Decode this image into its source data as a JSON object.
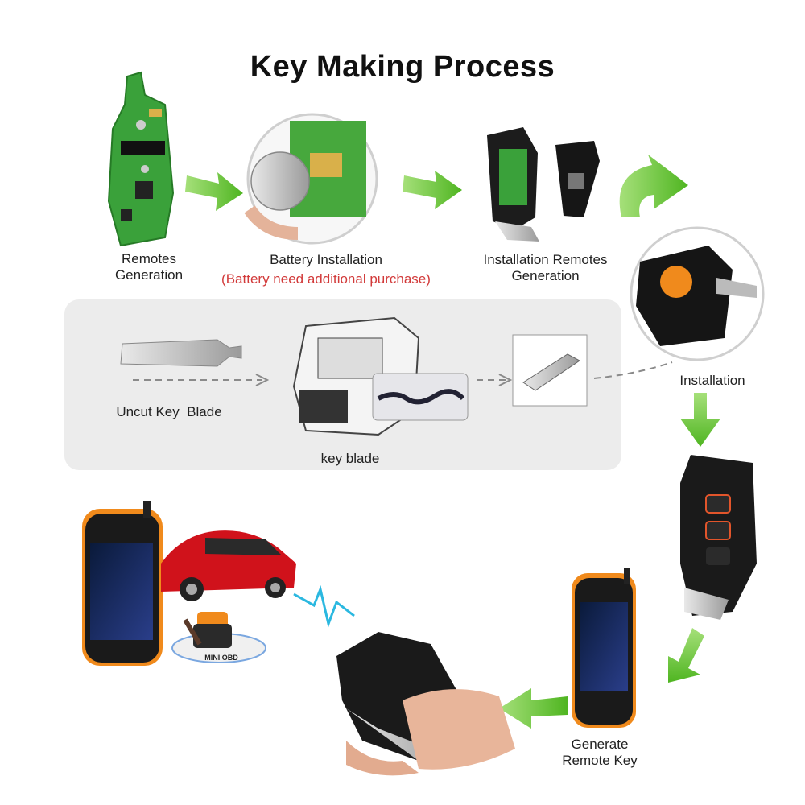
{
  "title": "Key Making Process",
  "steps": {
    "remotes_generation": "Remotes\nGeneration",
    "battery_installation": "Battery Installation",
    "battery_note": "(Battery need additional purchase)",
    "installation_remotes_generation": "Installation Remotes\nGeneration",
    "installation": "Installation",
    "uncut_key_blade": "Uncut Key  Blade",
    "key_blade": "key blade",
    "generate_remote_key": "Generate\nRemote Key",
    "mini_obd": "MINI OBD"
  },
  "colors": {
    "arrow_green": "#6cc43a",
    "pcb_green": "#3aa13a",
    "panel_gray": "#ececec",
    "tool_orange": "#f08a1c",
    "car_red": "#d0121b",
    "accent_red": "#d23a3a"
  },
  "icons": [
    "arrow-right-icon",
    "arrow-down-icon",
    "curved-arrow-icon",
    "signal-wave-icon"
  ]
}
